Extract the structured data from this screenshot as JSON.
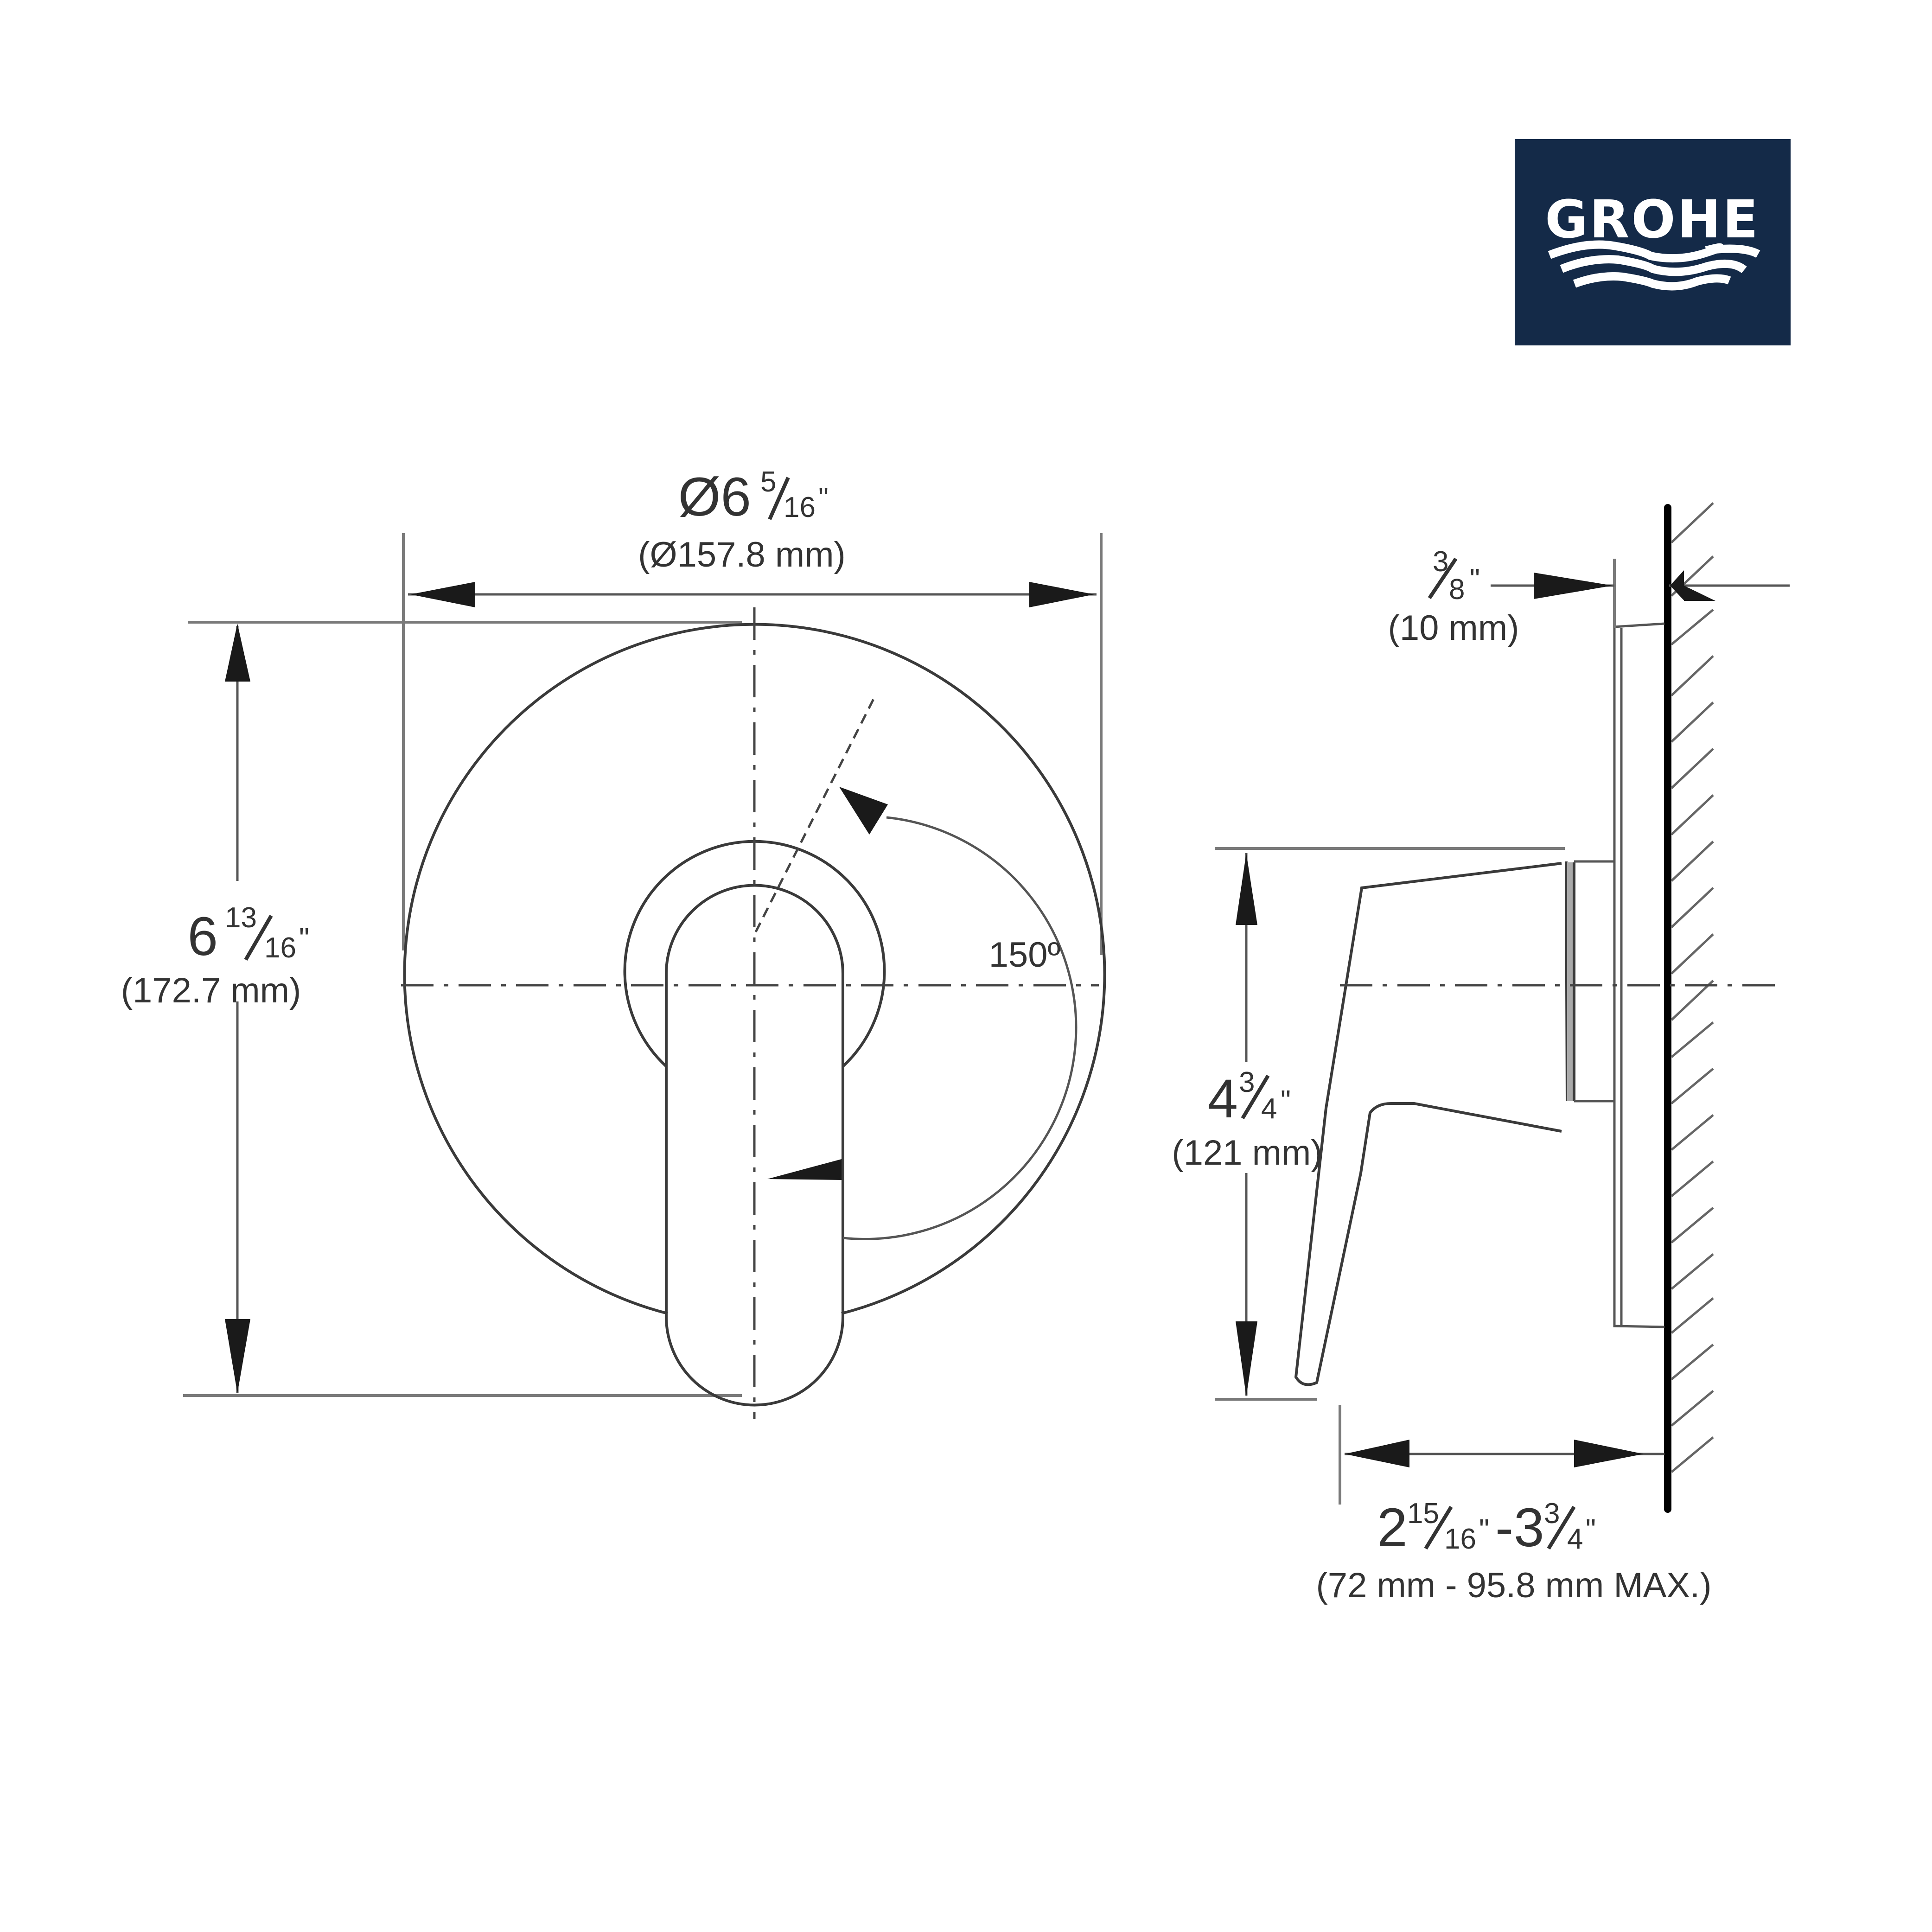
{
  "brand": {
    "name": "GROHE",
    "logo_bg": "#142a48",
    "logo_fg": "#ffffff",
    "logo_icon": "water-waves-icon"
  },
  "front_view": {
    "diameter": {
      "prefix": "Ø6",
      "numerator": "5",
      "denominator": "16",
      "unit": "\"",
      "metric": "(Ø157.8 mm)"
    },
    "height": {
      "whole": "6",
      "numerator": "13",
      "denominator": "16",
      "unit": "\"",
      "metric": "(172.7 mm)"
    },
    "rotation_angle": "150º"
  },
  "side_view": {
    "escutcheon_thickness": {
      "numerator": "3",
      "denominator": "8",
      "unit": "\"",
      "metric": "(10 mm)"
    },
    "handle_height": {
      "whole": "4",
      "numerator": "3",
      "denominator": "4",
      "unit": "\"",
      "metric": "(121 mm)"
    },
    "projection": {
      "min_whole": "2",
      "min_numerator": "15",
      "min_denominator": "16",
      "separator": "-",
      "max_whole": "3",
      "max_numerator": "3",
      "max_denominator": "4",
      "unit": "\"",
      "metric": "(72 mm - 95.8 mm MAX.)"
    }
  },
  "colors": {
    "line": "#3a3a3a",
    "arrow": "#1a1a1a",
    "wall": "#000000",
    "text": "#333333"
  }
}
